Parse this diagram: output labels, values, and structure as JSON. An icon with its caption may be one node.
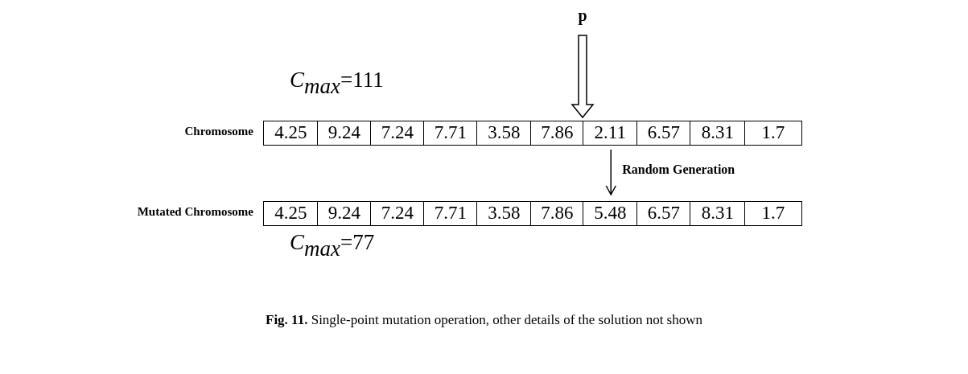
{
  "diagram": {
    "caption": "**Fig. 11.** Single-point mutation operation, other details of the solution not shown",
    "nodes": [
      {
        "text": [
          "4.25"
        ]
      },
      {
        "text": [
          "9.24"
        ]
      },
      {
        "text": [
          "7.24"
        ]
      },
      {
        "text": [
          "7.71"
        ]
      },
      {
        "text": [
          "3.58"
        ]
      },
      {
        "text": [
          "7.86"
        ]
      },
      {
        "text": [
          "2.11"
        ]
      },
      {
        "text": [
          "6.57"
        ]
      },
      {
        "text": [
          "8.31"
        ]
      },
      {
        "text": [
          "1.7"
        ]
      },
      {
        "text": [
          "4.25"
        ]
      },
      {
        "text": [
          "9.24"
        ]
      },
      {
        "text": [
          "7.24"
        ]
      },
      {
        "text": [
          "7.71"
        ]
      },
      {
        "text": [
          "3.58"
        ]
      },
      {
        "text": [
          "7.86"
        ]
      },
      {
        "text": [
          "5.48"
        ]
      },
      {
        "text": [
          "6.57"
        ]
      },
      {
        "text": [
          "8.31"
        ]
      },
      {
        "text": [
          "1.7"
        ]
      },
      {
        "text": [
          "p"
        ]
      }
    ],
    "edges": [
      {
        "from": 6,
        "to": 16,
        "arrow": "to",
        "label": "Random Generation"
      },
      {
        "from": 20,
        "to": null,
        "arrow": "to"
      }
    ],
    "labels": [
      "*C*$_{max}$=111",
      "Chromosome",
      "Mutated Chromosome",
      "*C*$_{max}$=77"
    ]
  }
}
